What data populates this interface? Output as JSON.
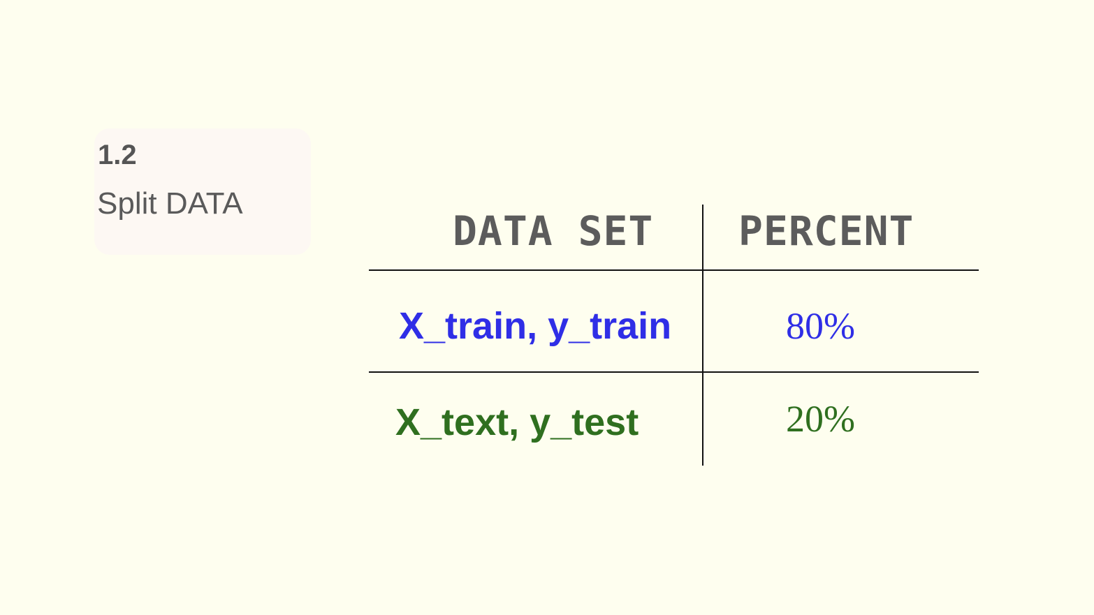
{
  "section": {
    "number": "1.2",
    "title": "Split DATA"
  },
  "table": {
    "headers": [
      "DATA SET",
      "PERCENT"
    ],
    "rows": [
      {
        "dataset": "X_train, y_train",
        "percent": "80%",
        "color": "#2f2ee6"
      },
      {
        "dataset": "X_text, y_test",
        "percent": "20%",
        "color": "#2f6f1f"
      }
    ]
  },
  "colors": {
    "background": "#fefeef",
    "card": "#fdf8f3",
    "header_text": "#5c5c5c",
    "train": "#2f2ee6",
    "test": "#2f6f1f"
  }
}
